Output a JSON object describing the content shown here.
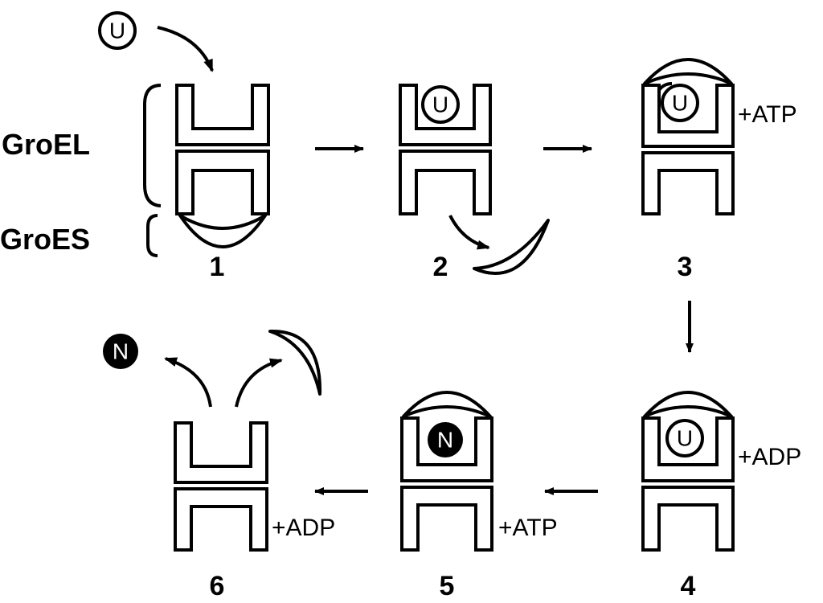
{
  "labels": {
    "groel": "GroEL",
    "groes": "GroES"
  },
  "steps": [
    {
      "number": "1",
      "nucleotide": ""
    },
    {
      "number": "2",
      "nucleotide": ""
    },
    {
      "number": "3",
      "nucleotide": "+ATP"
    },
    {
      "number": "4",
      "nucleotide": "+ADP"
    },
    {
      "number": "5",
      "nucleotide": "+ATP"
    },
    {
      "number": "6",
      "nucleotide": "+ADP"
    }
  ],
  "substrate": {
    "unfolded_letter": "U",
    "native_letter": "N"
  },
  "colors": {
    "line": "#000000",
    "background": "#ffffff",
    "native_fill": "#000000",
    "native_text": "#ffffff"
  }
}
